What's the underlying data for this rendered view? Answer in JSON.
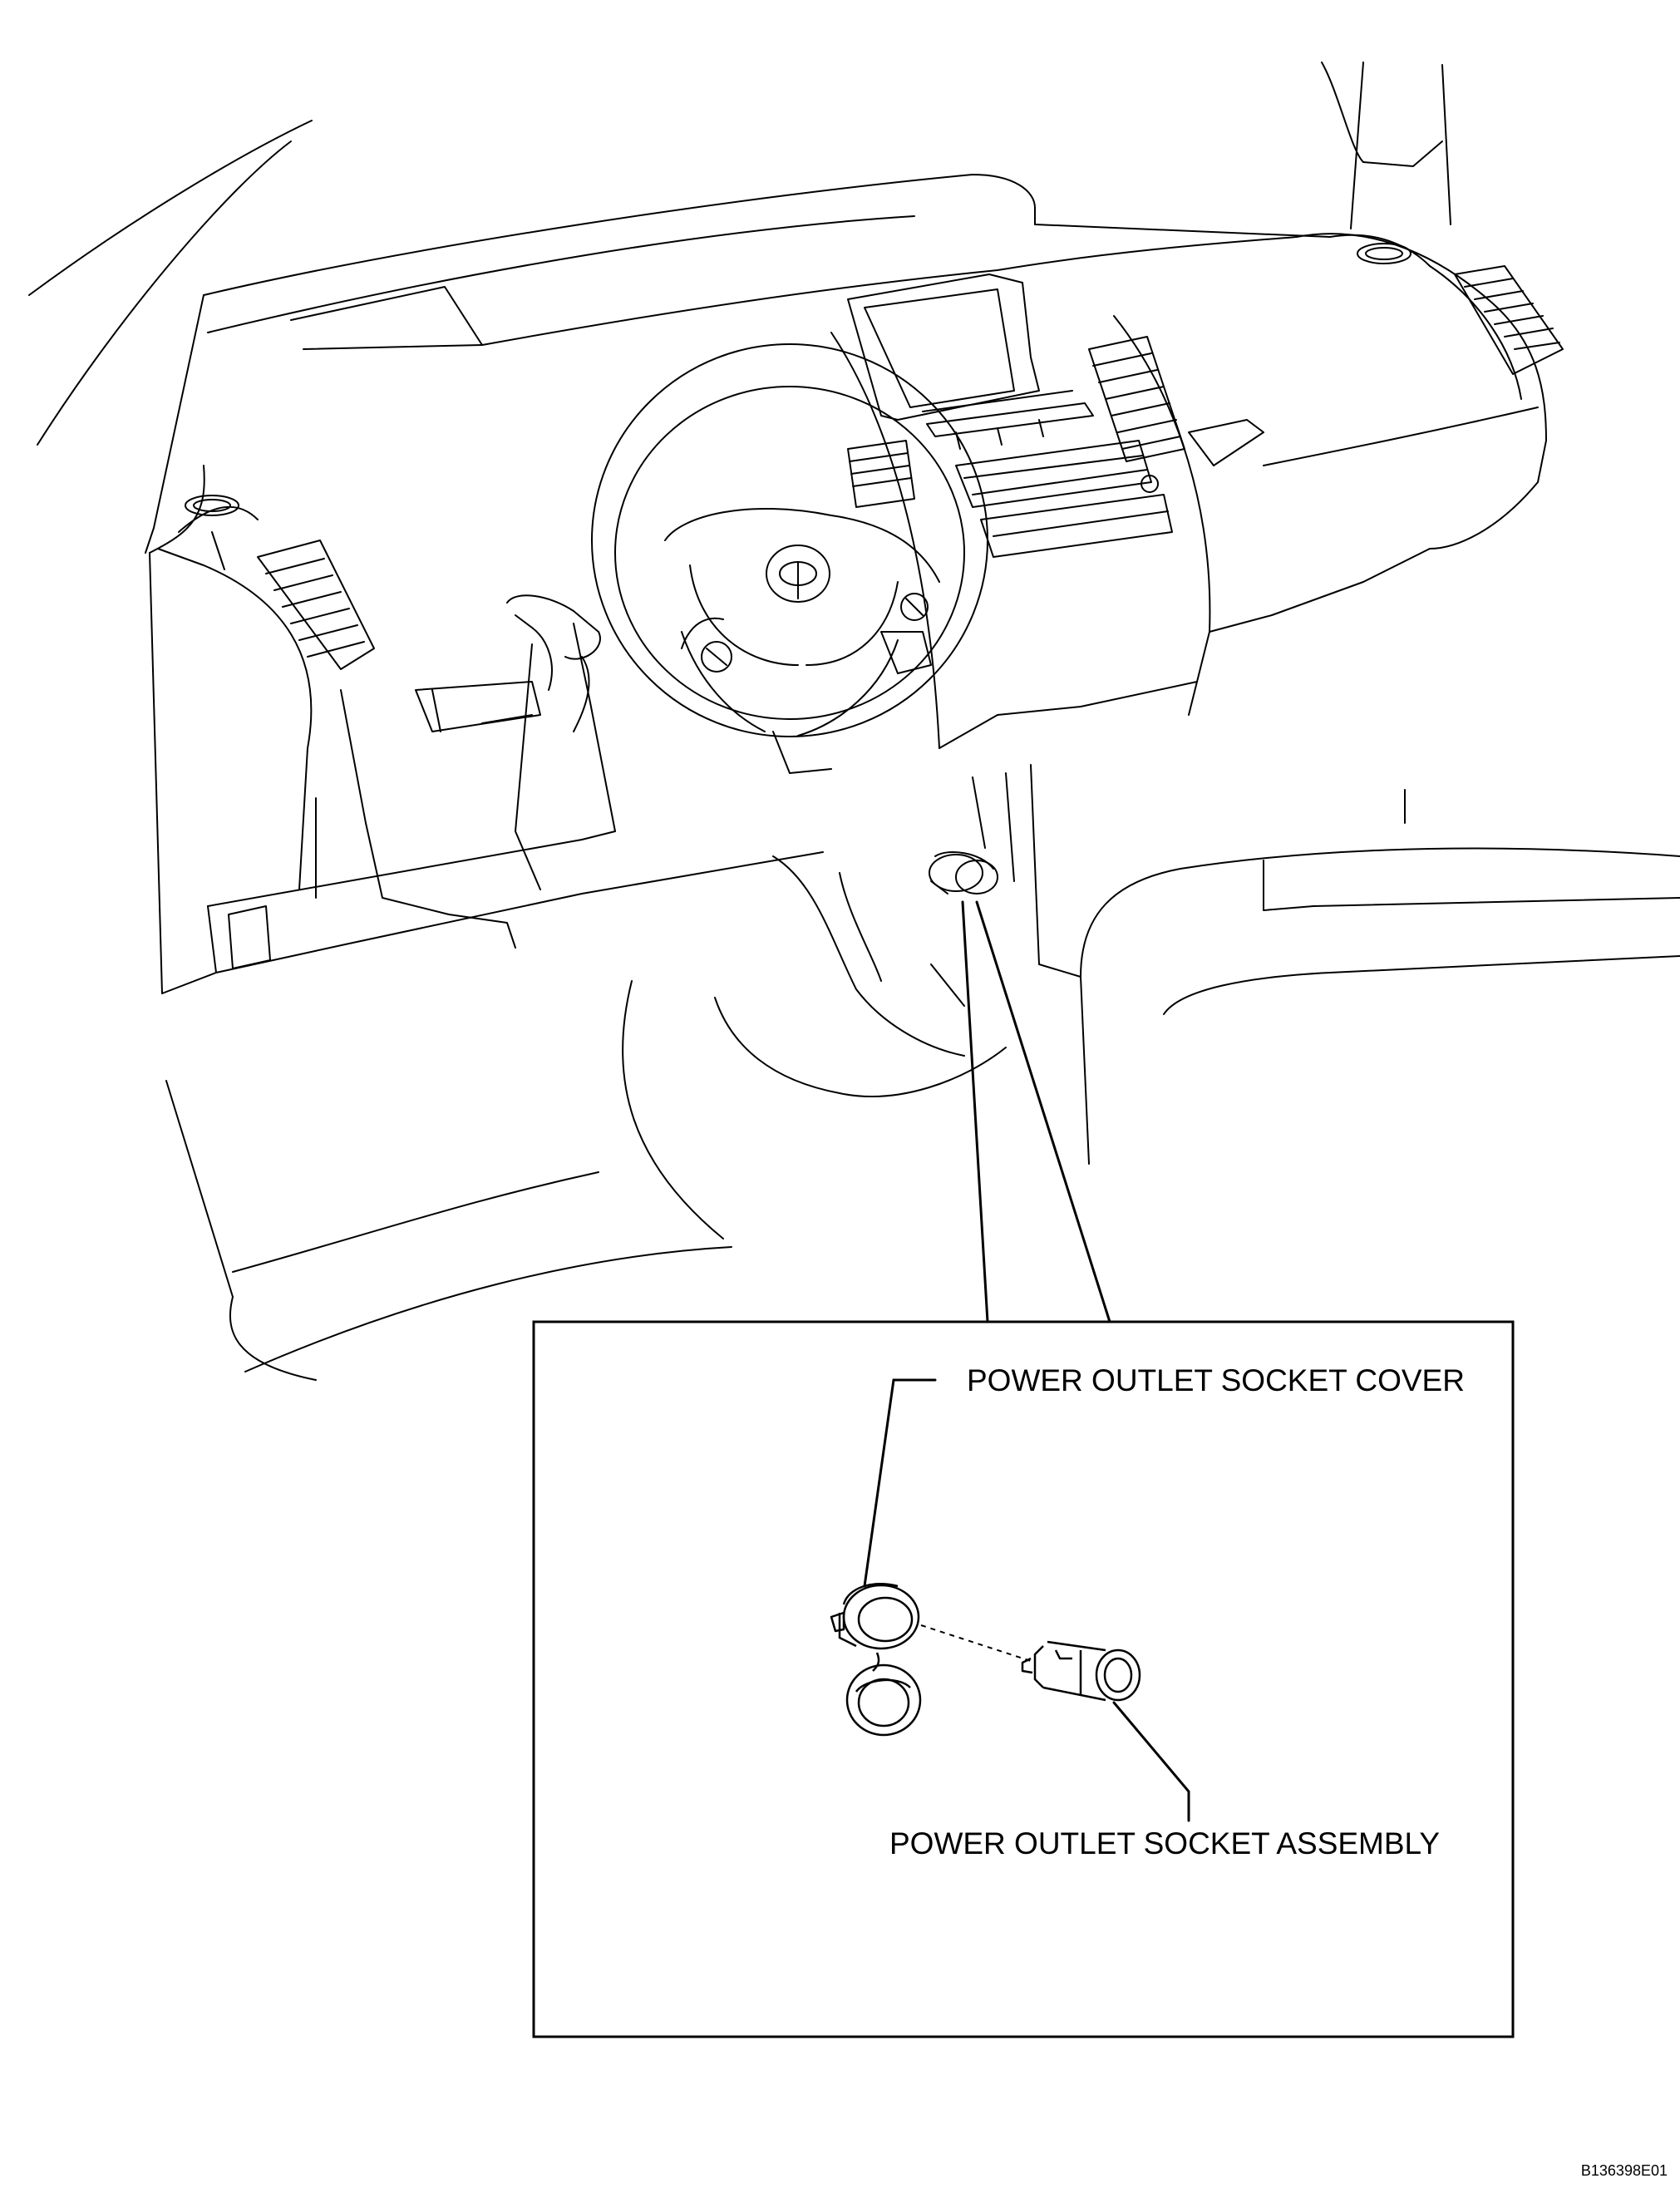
{
  "labels": {
    "socket_cover": "POWER OUTLET SOCKET COVER",
    "socket_assembly": "POWER OUTLET SOCKET ASSEMBLY"
  },
  "figure_code": "B136398E01",
  "colors": {
    "line": "#000000",
    "background": "#ffffff"
  }
}
